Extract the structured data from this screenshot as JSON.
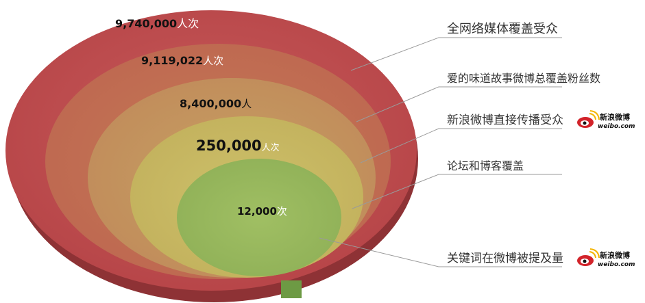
{
  "chart_data": {
    "type": "funnel",
    "tiers": [
      {
        "value": "9,740,000",
        "unit": "人次",
        "label": "全网络媒体覆盖受众",
        "color": "#b94a4c",
        "weibo_logo": false
      },
      {
        "value": "9,119,022",
        "unit": "人次",
        "label": "爱的味道故事微博总覆盖粉丝数",
        "color": "#c0674f",
        "weibo_logo": false
      },
      {
        "value": "8,400,000",
        "unit": "人",
        "label": "新浪微博直接传播受众",
        "color": "#c08f5c",
        "weibo_logo": true
      },
      {
        "value": "250,000",
        "unit": "人次",
        "label": "论坛和博客覆盖",
        "color": "#c4b55f",
        "weibo_logo": false
      },
      {
        "value": "12,000",
        "unit": "次",
        "label": "关键词在微博被提及量",
        "color": "#93b55a",
        "weibo_logo": true
      }
    ]
  },
  "weibo_logo_text": {
    "cn": "新浪微博",
    "en": "weibo.com"
  },
  "colors": {
    "rim_dark": "#8e3235",
    "leader_line": "#9a9a9a",
    "weibo_red": "#d2232a",
    "weibo_yellow": "#f4b400"
  }
}
